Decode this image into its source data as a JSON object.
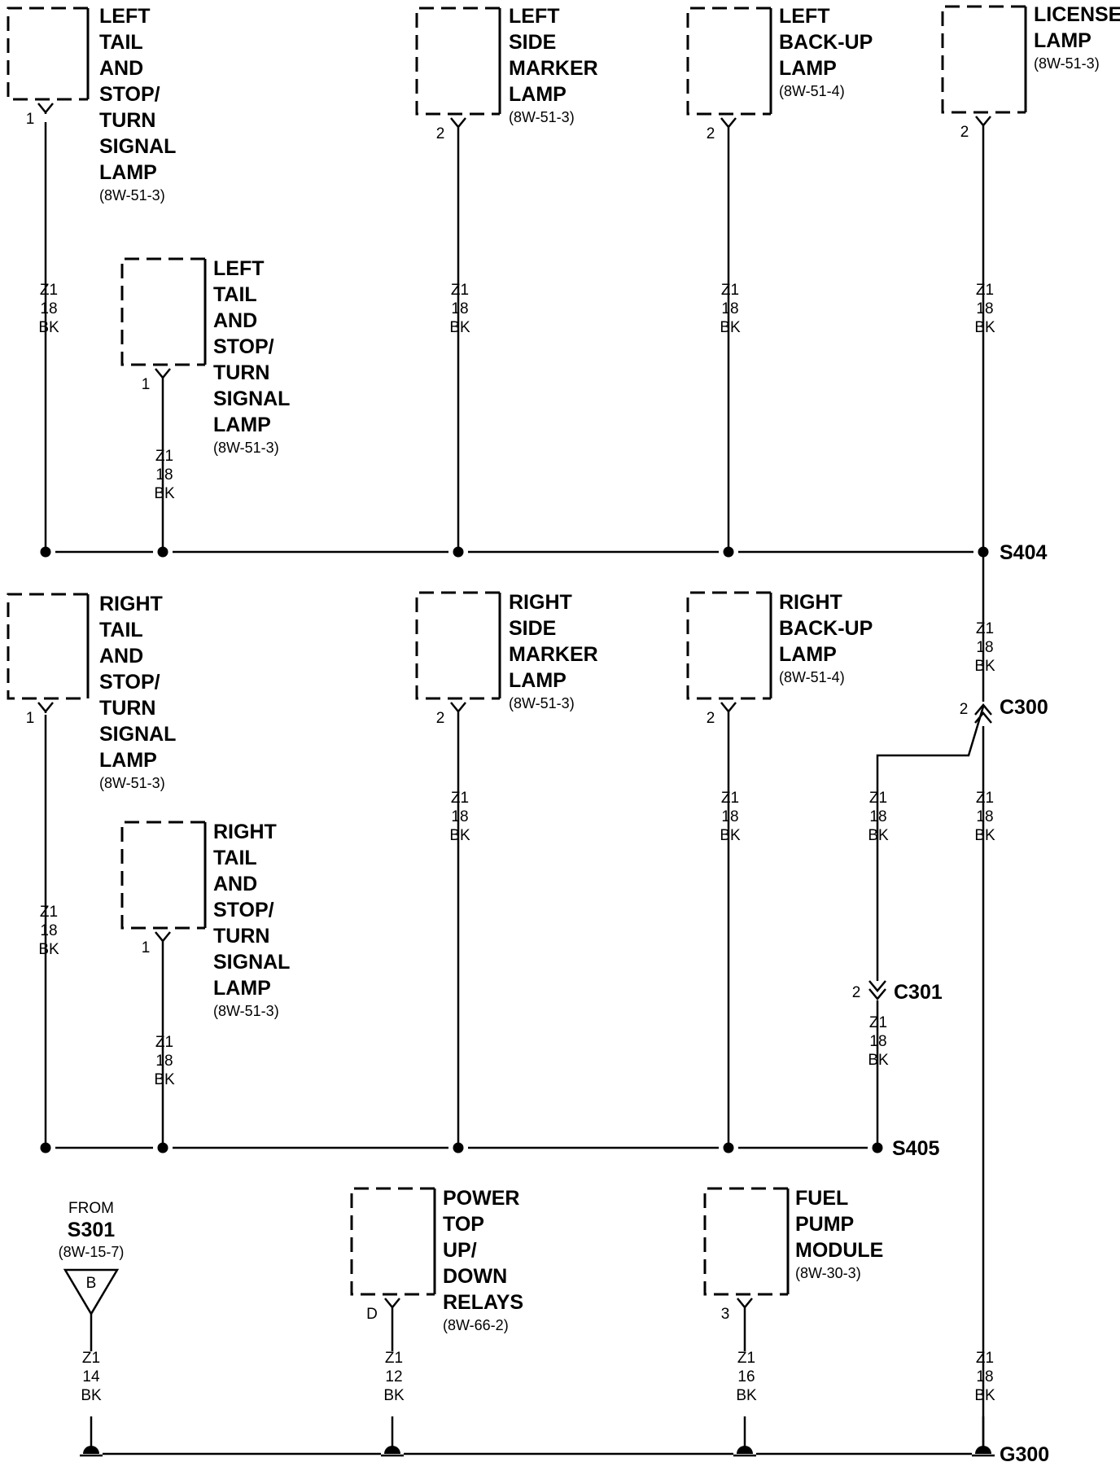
{
  "components": [
    {
      "id": "left-tail-1",
      "name_lines": [
        "LEFT",
        "TAIL",
        "AND",
        "STOP/",
        "TURN",
        "SIGNAL",
        "LAMP"
      ],
      "ref": "(8W-51-3)",
      "pin": "1",
      "wire": [
        "Z1",
        "18",
        "BK"
      ]
    },
    {
      "id": "left-tail-2",
      "name_lines": [
        "LEFT",
        "TAIL",
        "AND",
        "STOP/",
        "TURN",
        "SIGNAL",
        "LAMP"
      ],
      "ref": "(8W-51-3)",
      "pin": "1",
      "wire": [
        "Z1",
        "18",
        "BK"
      ]
    },
    {
      "id": "left-side-marker",
      "name_lines": [
        "LEFT",
        "SIDE",
        "MARKER",
        "LAMP"
      ],
      "ref": "(8W-51-3)",
      "pin": "2",
      "wire": [
        "Z1",
        "18",
        "BK"
      ]
    },
    {
      "id": "left-backup",
      "name_lines": [
        "LEFT",
        "BACK-UP",
        "LAMP"
      ],
      "ref": "(8W-51-4)",
      "pin": "2",
      "wire": [
        "Z1",
        "18",
        "BK"
      ]
    },
    {
      "id": "license-lamp",
      "name_lines": [
        "LICENSE",
        "LAMP"
      ],
      "ref": "(8W-51-3)",
      "pin": "2",
      "wire": [
        "Z1",
        "18",
        "BK"
      ]
    },
    {
      "id": "right-tail-1",
      "name_lines": [
        "RIGHT",
        "TAIL",
        "AND",
        "STOP/",
        "TURN",
        "SIGNAL",
        "LAMP"
      ],
      "ref": "(8W-51-3)",
      "pin": "1",
      "wire": [
        "Z1",
        "18",
        "BK"
      ]
    },
    {
      "id": "right-tail-2",
      "name_lines": [
        "RIGHT",
        "TAIL",
        "AND",
        "STOP/",
        "TURN",
        "SIGNAL",
        "LAMP"
      ],
      "ref": "(8W-51-3)",
      "pin": "1",
      "wire": [
        "Z1",
        "18",
        "BK"
      ]
    },
    {
      "id": "right-side-marker",
      "name_lines": [
        "RIGHT",
        "SIDE",
        "MARKER",
        "LAMP"
      ],
      "ref": "(8W-51-3)",
      "pin": "2",
      "wire": [
        "Z1",
        "18",
        "BK"
      ]
    },
    {
      "id": "right-backup",
      "name_lines": [
        "RIGHT",
        "BACK-UP",
        "LAMP"
      ],
      "ref": "(8W-51-4)",
      "pin": "2",
      "wire": [
        "Z1",
        "18",
        "BK"
      ]
    },
    {
      "id": "power-top",
      "name_lines": [
        "POWER",
        "TOP",
        "UP/",
        "DOWN",
        "RELAYS"
      ],
      "ref": "(8W-66-2)",
      "pin": "D",
      "wire": [
        "Z1",
        "12",
        "BK"
      ]
    },
    {
      "id": "fuel-pump",
      "name_lines": [
        "FUEL",
        "PUMP",
        "MODULE"
      ],
      "ref": "(8W-30-3)",
      "pin": "3",
      "wire": [
        "Z1",
        "16",
        "BK"
      ]
    }
  ],
  "from_connector": {
    "label": "FROM",
    "name": "S301",
    "ref": "(8W-15-7)",
    "letter": "B",
    "wire": [
      "Z1",
      "14",
      "BK"
    ]
  },
  "splices": {
    "s404": "S404",
    "s405": "S405"
  },
  "connectors": {
    "c300": {
      "name": "C300",
      "pin": "2"
    },
    "c301": {
      "name": "C301",
      "pin": "2"
    }
  },
  "ground": {
    "name": "G300"
  },
  "wires": {
    "s404_to_c300": [
      "Z1",
      "18",
      "BK"
    ],
    "c300_to_c301": [
      "Z1",
      "18",
      "BK"
    ],
    "c301_to_s405": [
      "Z1",
      "18",
      "BK"
    ],
    "c300_to_g300": [
      "Z1",
      "18",
      "BK"
    ],
    "c300_to_g300_lower": [
      "Z1",
      "18",
      "BK"
    ]
  }
}
